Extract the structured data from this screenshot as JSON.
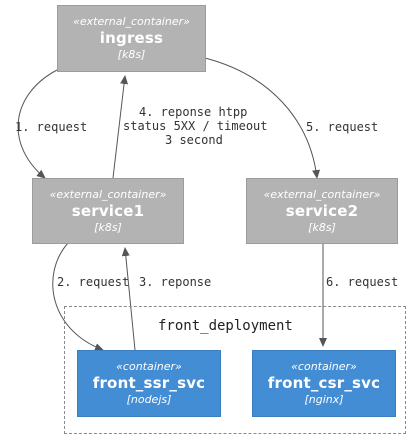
{
  "nodes": {
    "ingress": {
      "stereotype": "«external_container»",
      "name": "ingress",
      "tech": "[k8s]"
    },
    "service1": {
      "stereotype": "«external_container»",
      "name": "service1",
      "tech": "[k8s]"
    },
    "service2": {
      "stereotype": "«external_container»",
      "name": "service2",
      "tech": "[k8s]"
    },
    "front_ssr": {
      "stereotype": "«container»",
      "name": "front_ssr_svc",
      "tech": "[nodejs]"
    },
    "front_csr": {
      "stereotype": "«container»",
      "name": "front_csr_svc",
      "tech": "[nginx]"
    }
  },
  "boundary": {
    "label": "front_deployment"
  },
  "edges": {
    "e1": "1. request",
    "e2": "2. request",
    "e3": "3. reponse",
    "e4_line1": "4. reponse htpp",
    "e4_line2": "status 5XX / timeout",
    "e4_line3": "3 second",
    "e5": "5. request",
    "e6": "6. request"
  },
  "colors": {
    "external_container": "#b3b3b3",
    "container": "#438dd5",
    "arrow": "#555555"
  }
}
